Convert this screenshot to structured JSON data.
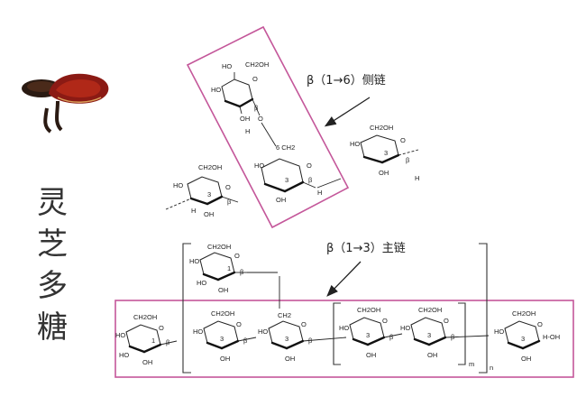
{
  "title": {
    "characters": [
      "灵",
      "芝",
      "多",
      "糖"
    ]
  },
  "annotations": {
    "side_chain": "β（1→6）侧链",
    "main_chain": "β（1→3）主链"
  },
  "atom_labels": {
    "hydroxyl": "HO",
    "oh": "OH",
    "ch2oh": "CH2OH",
    "h": "H",
    "o": "O",
    "beta": "β",
    "one": "1",
    "three": "3",
    "six_ch2": "6 CH2",
    "ch2": "CH2",
    "terminal": "H-OH",
    "n_sub": "n",
    "m_sub": "m"
  },
  "colors": {
    "frame": "#c4579a",
    "mushroom_cap": "#8b1a14",
    "mushroom_dark": "#2a1a12",
    "ink": "#222222"
  },
  "icons": {
    "mushroom": "reishi-mushroom-icon"
  }
}
